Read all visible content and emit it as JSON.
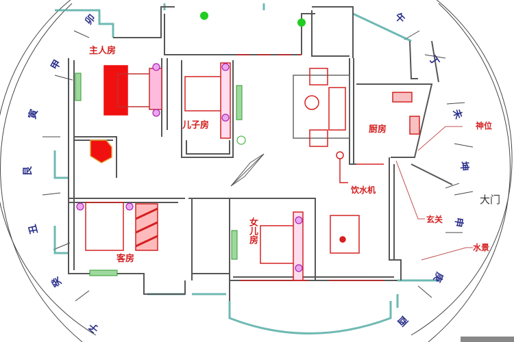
{
  "diagram": {
    "type": "feng-shui floor plan",
    "colors": {
      "wall": "#555555",
      "window": "#4aa8a0",
      "furniture": "#d42020",
      "plant": "#22cc22",
      "compass_text": "#2a2f8a",
      "label_text": "#d42020",
      "bedhead_circle": "#cc33cc"
    },
    "rooms": {
      "master_bedroom": "主人房",
      "son_room": "儿子房",
      "guest_room": "客房",
      "daughter_room": "女儿房",
      "kitchen": "厨房"
    },
    "annotations": {
      "water_dispenser": "饮水机",
      "shrine": "神位",
      "main_door": "大门",
      "entrance": "玄关",
      "water_feature": "水景"
    },
    "compass_ring": {
      "left": [
        "卯",
        "甲",
        "寅",
        "艮",
        "丑",
        "癸",
        "子"
      ],
      "right": [
        "午",
        "丁",
        "未",
        "坤",
        "申",
        "庚",
        "酉"
      ]
    }
  }
}
